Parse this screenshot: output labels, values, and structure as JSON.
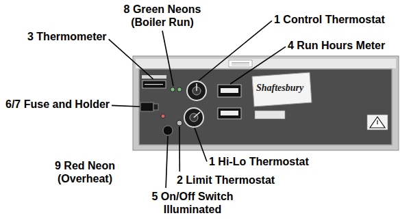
{
  "diagram": {
    "labels": [
      "8 Green Neons (Boiler Run)",
      "1 Control Thermostat",
      "3 Thermometer",
      "4 Run Hours Meter",
      "6/7 Fuse and Holder",
      "1 Hi-Lo Thermostat",
      "9 Red Neon (Overheat)",
      "2 Limit Thermostat",
      "5 On/Off Switch Illuminated",
      "Shaftesbury"
    ]
  }
}
